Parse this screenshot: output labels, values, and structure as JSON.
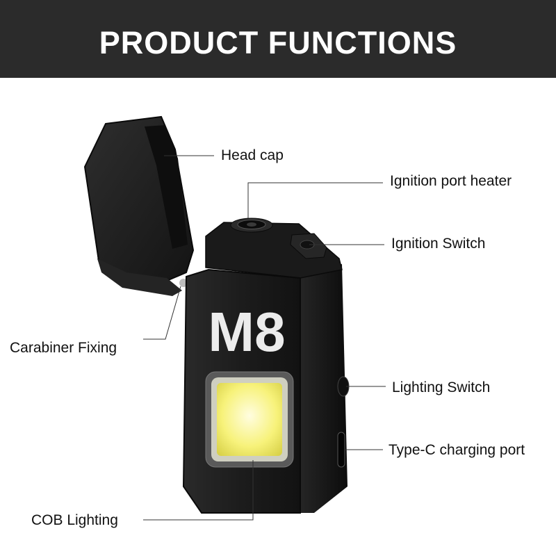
{
  "banner": {
    "title": "PRODUCT FUNCTIONS"
  },
  "product": {
    "model_label": "M8",
    "body_color": "#1e1e1e",
    "light_color": "#f7f27a"
  },
  "callouts": {
    "head_cap": "Head cap",
    "ignition_heater": "Ignition port heater",
    "ignition_switch": "Ignition Switch",
    "carabiner": "Carabiner Fixing",
    "lighting_switch": "Lighting Switch",
    "typec": "Type-C charging port",
    "cob": "COB Lighting"
  }
}
